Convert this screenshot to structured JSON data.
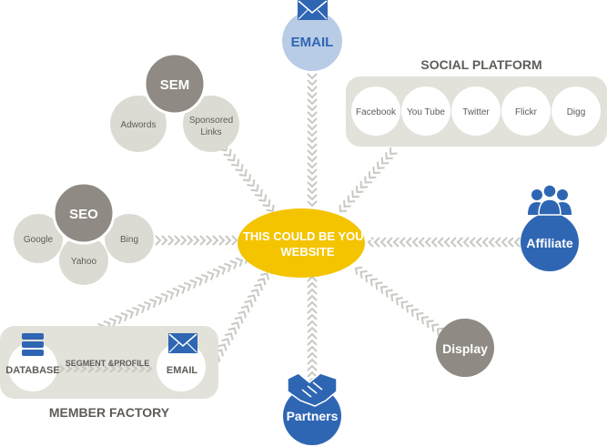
{
  "center": {
    "line1": "THIS COULD BE YOUR",
    "line2": "WEBSITE"
  },
  "email_top": {
    "label": "EMAIL"
  },
  "sem": {
    "label": "SEM",
    "children": [
      "Adwords",
      "Sponsored",
      "Links"
    ]
  },
  "seo": {
    "label": "SEO",
    "children": [
      "Google",
      "Bing",
      "Yahoo"
    ]
  },
  "social": {
    "title": "SOCIAL PLATFORM",
    "items": [
      "Facebook",
      "You Tube",
      "Twitter",
      "Flickr",
      "Digg"
    ]
  },
  "affiliate": {
    "label": "Affiliate"
  },
  "display": {
    "label": "Display"
  },
  "partners": {
    "label": "Partners"
  },
  "member_factory": {
    "title": "MEMBER FACTORY",
    "database_label": "DATABASE",
    "link_label": "SEGMENT &PROFILE",
    "email_label": "EMAIL"
  },
  "colors": {
    "blue": "#2f66b3",
    "light_blue": "#b9cce6",
    "gold": "#f4c400",
    "grey_dark": "#8f8a83",
    "grey_light": "#dcdbd3",
    "grey_panel": "#e2e1da",
    "text_grey": "#5f5c58",
    "chevron": "#c9c8c2"
  }
}
